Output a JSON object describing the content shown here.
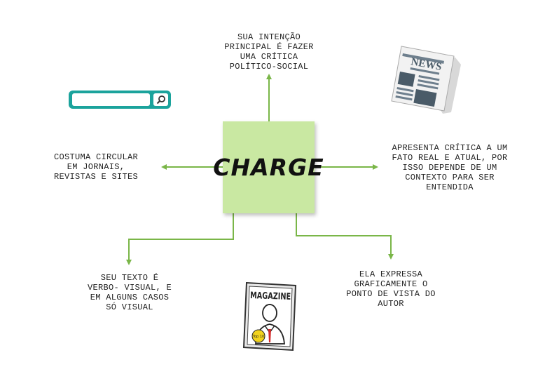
{
  "center": {
    "label": "CHARGE"
  },
  "notes": {
    "top": "SUA INTENÇÃO\nPRINCIPAL É FAZER\nUMA CRÍTICA\nPOLÍTICO-SOCIAL",
    "left": "COSTUMA CIRCULAR\nEM JORNAIS,\nREVISTAS E SITES",
    "right": "APRESENTA CRÍTICA A UM\nFATO REAL E ATUAL, POR\nISSO DEPENDE DE UM\nCONTEXTO PARA SER\nENTENDIDA",
    "bottom_left": "SEU TEXTO É\nVERBO- VISUAL, E\nEM ALGUNS CASOS\nSÓ VISUAL",
    "bottom_right": "ELA EXPRESSA\nGRAFICAMENTE O\nPONTO DE VISTA DO\nAUTOR"
  },
  "images": {
    "newspaper_text": "NEWS",
    "magazine_title": "MAGAZINE",
    "magazine_badge": "Top 10"
  },
  "colors": {
    "arrow": "#7ab648",
    "center_fill": "#c9e8a2",
    "search_border": "#1ba39c"
  },
  "icons": [
    "search-icon",
    "newspaper-icon",
    "magazine-icon"
  ]
}
